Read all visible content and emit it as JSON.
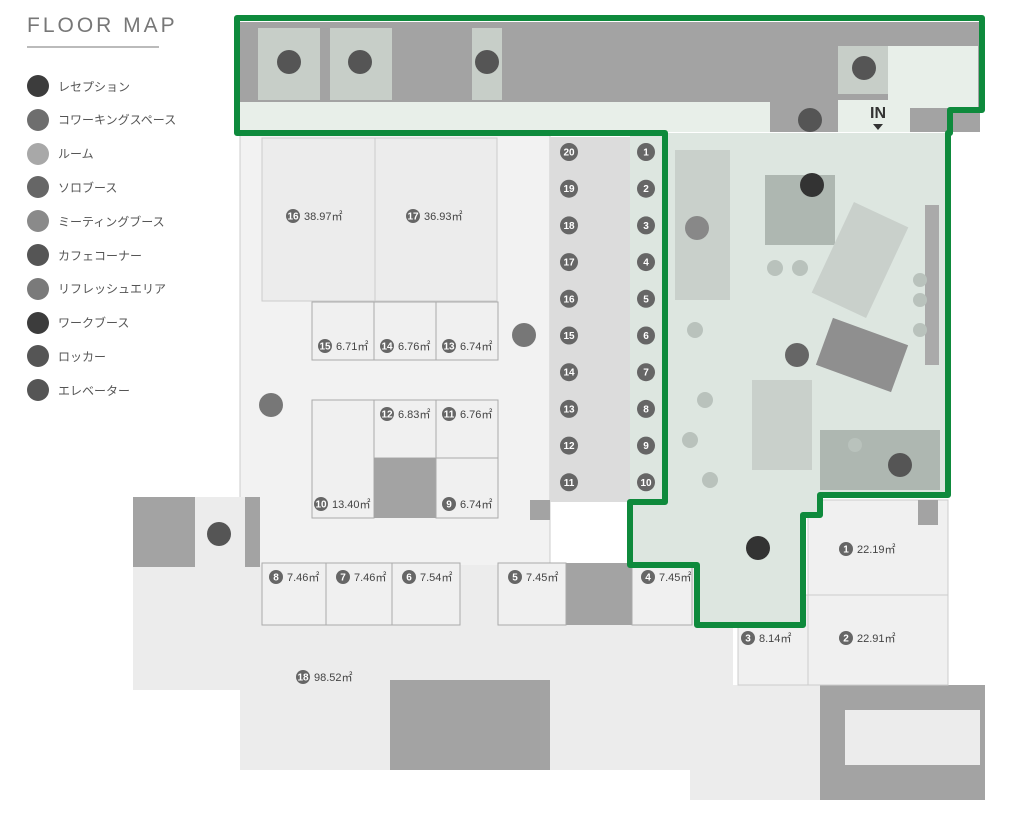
{
  "title": "FLOOR MAP",
  "entrance_label": "IN",
  "legend": [
    {
      "label": "レセプション",
      "icon": "reception-icon",
      "color": "#3c3c3c"
    },
    {
      "label": "コワーキングスペース",
      "icon": "coworking-icon",
      "color": "#6e6e6e"
    },
    {
      "label": "ルーム",
      "icon": "room-icon",
      "color": "#a8a8a8"
    },
    {
      "label": "ソロブース",
      "icon": "solo-booth-icon",
      "color": "#666666"
    },
    {
      "label": "ミーティングブース",
      "icon": "meeting-booth-icon",
      "color": "#8a8a8a"
    },
    {
      "label": "カフェコーナー",
      "icon": "cafe-icon",
      "color": "#555555"
    },
    {
      "label": "リフレッシュエリア",
      "icon": "refresh-icon",
      "color": "#7a7a7a"
    },
    {
      "label": "ワークブース",
      "icon": "phone-icon",
      "color": "#3c3c3c"
    },
    {
      "label": "ロッカー",
      "icon": "locker-icon",
      "color": "#555555"
    },
    {
      "label": "エレベーター",
      "icon": "elevator-icon",
      "color": "#555555"
    }
  ],
  "rooms": [
    {
      "num": "16",
      "area": "38.97㎡"
    },
    {
      "num": "17",
      "area": "36.93㎡"
    },
    {
      "num": "15",
      "area": "6.71㎡"
    },
    {
      "num": "14",
      "area": "6.76㎡"
    },
    {
      "num": "13",
      "area": "6.74㎡"
    },
    {
      "num": "12",
      "area": "6.83㎡"
    },
    {
      "num": "11",
      "area": "6.76㎡"
    },
    {
      "num": "10",
      "area": "13.40㎡"
    },
    {
      "num": "9",
      "area": "6.74㎡"
    },
    {
      "num": "8",
      "area": "7.46㎡"
    },
    {
      "num": "7",
      "area": "7.46㎡"
    },
    {
      "num": "6",
      "area": "7.54㎡"
    },
    {
      "num": "5",
      "area": "7.45㎡"
    },
    {
      "num": "4",
      "area": "7.45㎡"
    },
    {
      "num": "3",
      "area": "8.14㎡"
    },
    {
      "num": "2",
      "area": "22.91㎡"
    },
    {
      "num": "1",
      "area": "22.19㎡"
    },
    {
      "num": "18",
      "area": "98.52㎡"
    }
  ],
  "booths_left": [
    "20",
    "19",
    "18",
    "17",
    "16",
    "15",
    "14",
    "13",
    "12",
    "11"
  ],
  "booths_right": [
    "1",
    "2",
    "3",
    "4",
    "5",
    "6",
    "7",
    "8",
    "9",
    "10"
  ],
  "colors": {
    "highlight": "#0e8a3c",
    "highlight_fill": "#e4ebe6",
    "wall": "#a3a3a3",
    "room": "#f0f0f0"
  }
}
